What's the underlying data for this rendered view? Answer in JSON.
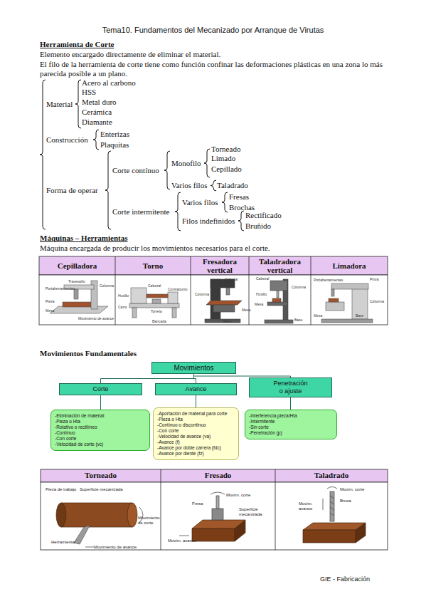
{
  "diagram": {
    "title": "Tema10. Fundamentos del Mecanizado por Arranque de Virutas",
    "nodes": [
      {
        "text": [
          "Movimientos"
        ]
      },
      {
        "text": [
          "Corte"
        ]
      },
      {
        "text": [
          "Avance"
        ]
      },
      {
        "text": [
          "Penetración o ajuste"
        ]
      },
      {
        "text": [
          "-Eliminación de material",
          "-Pieza o Hta",
          "-Rotativo o rectilíneo",
          "-Contínuo",
          "-Con corte",
          "-Velocidad de corte (vc)"
        ]
      },
      {
        "text": [
          "-Aportación de material para corte",
          "-Pieza o Hta",
          "-Contínuo o discontinuo",
          "-Con corte",
          "-Velocidad de avance (va)",
          "-Avance (f)",
          "-Avance por doble carrera (fdc)",
          "-Avance por diente (fz)"
        ]
      },
      {
        "text": [
          "-Interferencia pieza/Hta",
          "-Intermitente",
          "-Sin corte",
          "-Penetración (p)"
        ]
      }
    ],
    "edges": [
      {
        "from": 0,
        "to": 1,
        "arrow": "none"
      },
      {
        "from": 0,
        "to": 2,
        "arrow": "none"
      },
      {
        "from": 0,
        "to": 3,
        "arrow": "none"
      },
      {
        "from": 1,
        "to": 4,
        "arrow": "none"
      },
      {
        "from": 2,
        "to": 5,
        "arrow": "none"
      },
      {
        "from": 3,
        "to": 6,
        "arrow": "none"
      }
    ],
    "labels": [
      "Herramienta de Corte",
      "Elemento encargado directamente de eliminar el material.",
      "El filo de la herramienta de corte tiene como función confinar las deformaciones plásticas en una zona lo más parecida posible a un plano.",
      "Material",
      "Acero al carbono",
      "HSS",
      "Metal duro",
      "Cerámica",
      "Diamante",
      "Construcción",
      "Enterizas",
      "Plaquitas",
      "Forma de operar",
      "Corte contínuo",
      "Monofilo",
      "Torneado",
      "Limado",
      "Cepillado",
      "Varios filos",
      "Taladrado",
      "Corte intermitente",
      "Varios filos",
      "Fresas",
      "Brochas",
      "Filos indefinidos",
      "Rectificado",
      "Bruñido",
      "Máquinas – Herramientas",
      "Máquina encargada de producir los movimientos necesarios para el corte.",
      "Cepilladora",
      "Torno",
      "Fresadora vertical",
      "Taladradora vertical",
      "Limadora",
      "Travesaño",
      "Portaherramientas",
      "Pieza",
      "Mesa",
      "Columna",
      "Movimiento de avance",
      "Cabezal",
      "Husillo",
      "Torreta",
      "Contrapunto",
      "Bancada",
      "Carro",
      "Columna",
      "Cabezal",
      "Mesa",
      "Base",
      "Cabezal",
      "Columna",
      "Husillo",
      "Mesa",
      "Base",
      "Pinza",
      "Portaherramientas",
      "Columna",
      "Mesa",
      "Base",
      "Movimientos Fundamentales",
      "Torneado",
      "Fresado",
      "Taladrado",
      "Pieza de trabajo",
      "Superficie mecanizada",
      "Movimiento de corte",
      "Movimiento de avance",
      "Herramienta",
      "Movim. corte",
      "Fresa",
      "Superficie mecanizada",
      "Movim. avance",
      "Movim. corte",
      "Broca",
      "Movim. avance",
      "GIE - Fabricación"
    ]
  }
}
